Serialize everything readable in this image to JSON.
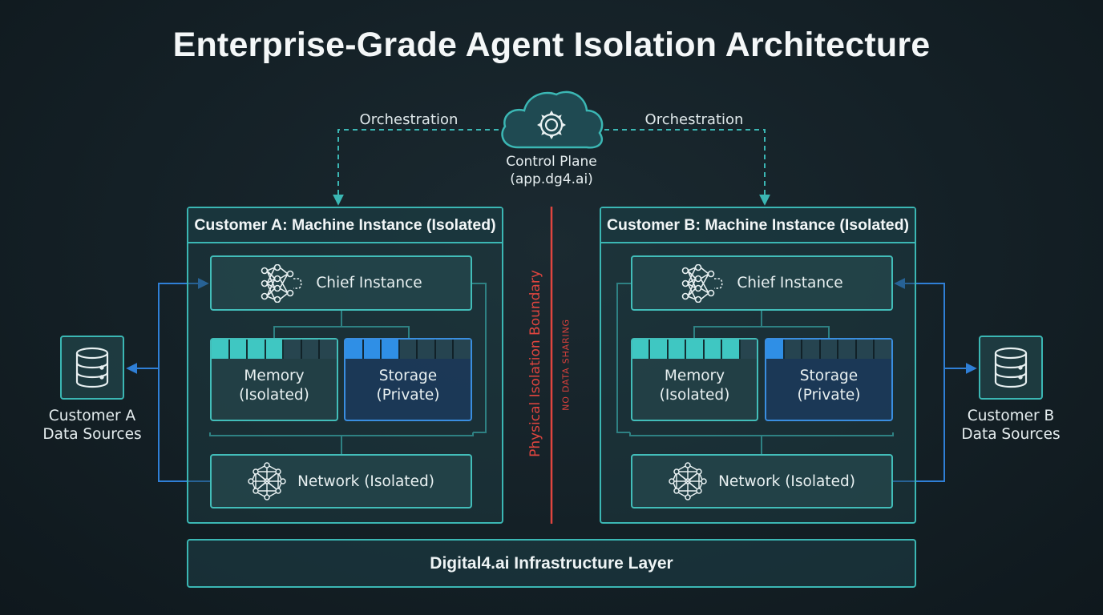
{
  "title": "Enterprise-Grade Agent Isolation Architecture",
  "control_plane": {
    "name": "Control Plane",
    "host": "(app.dg4.ai)",
    "icon": "gear-cloud-icon",
    "left_link_label": "Orchestration",
    "right_link_label": "Orchestration"
  },
  "customer_a": {
    "header": "Customer A: Machine Instance (Isolated)",
    "chief": "Chief Instance",
    "memory_line1": "Memory",
    "memory_line2": "(Isolated)",
    "storage_line1": "Storage",
    "storage_line2": "(Private)",
    "network": "Network (Isolated)",
    "memory_fill": 0.57,
    "storage_fill": 0.43,
    "data_sources_line1": "Customer A",
    "data_sources_line2": "Data Sources"
  },
  "customer_b": {
    "header": "Customer B: Machine Instance (Isolated)",
    "chief": "Chief Instance",
    "memory_line1": "Memory",
    "memory_line2": "(Isolated)",
    "storage_line1": "Storage",
    "storage_line2": "(Private)",
    "network": "Network (Isolated)",
    "memory_fill": 0.86,
    "storage_fill": 0.14,
    "data_sources_line1": "Customer B",
    "data_sources_line2": "Data Sources"
  },
  "boundary": {
    "label": "Physical Isolation Boundary",
    "sublabel": "NO DATA SHARING"
  },
  "infrastructure": "Digital4.ai Infrastructure Layer",
  "colors": {
    "teal": "#3bb7b4",
    "teal_fill": "#3fc7c2",
    "blue": "#2f8fe6",
    "blue_link": "#2f7fd6",
    "boundary_red": "#e0453f"
  }
}
